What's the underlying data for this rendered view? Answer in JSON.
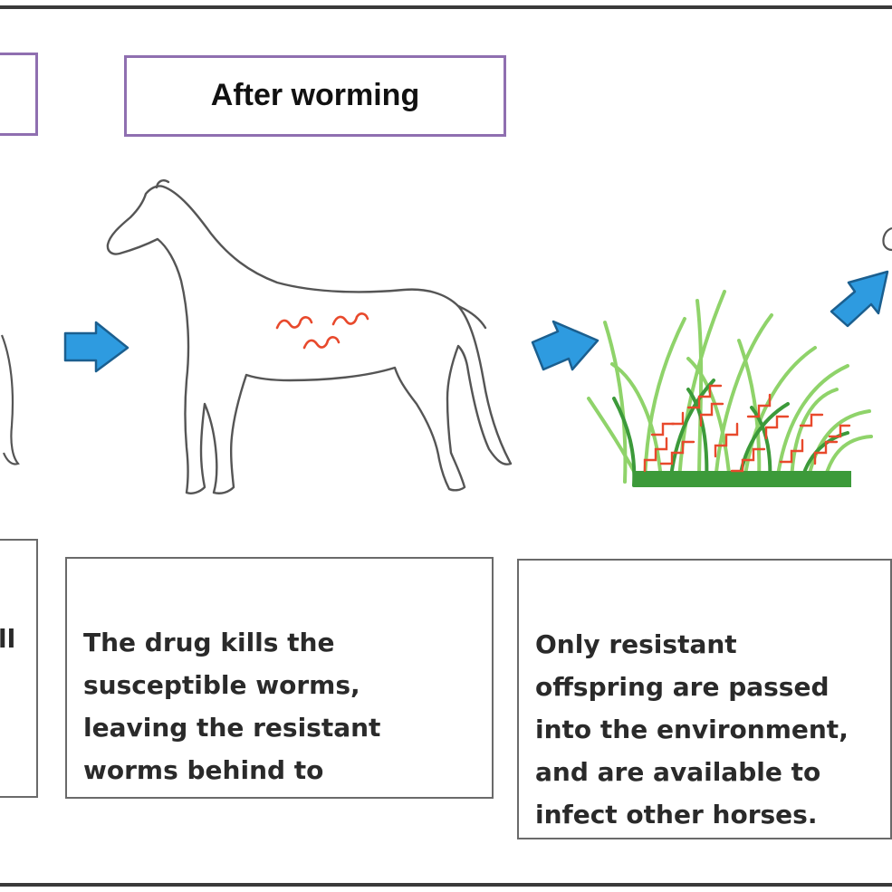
{
  "headings": {
    "prev_stage": "",
    "after_worming": "After worming"
  },
  "captions": {
    "prev_stage_fragment": "ll",
    "drug_kills": "The drug kills the\nsusceptible worms,\nleaving the resistant\nworms behind to\nreproduce",
    "resistant_offspring": "Only resistant\noffspring are passed\ninto the environment,\nand are available to\ninfect other horses."
  },
  "icons": {
    "flow_arrow": "right-arrow-icon",
    "horse": "horse-outline-icon",
    "worm": "worm-icon",
    "grass": "grass-icon"
  },
  "colors": {
    "heading_border": "#8f6fb0",
    "arrow_fill": "#2e9be0",
    "arrow_stroke": "#1b5f8f",
    "worm": "#e8492c",
    "grass_light": "#8fd36a",
    "grass_dark": "#3c9a3a",
    "horse_outline": "#555555"
  }
}
